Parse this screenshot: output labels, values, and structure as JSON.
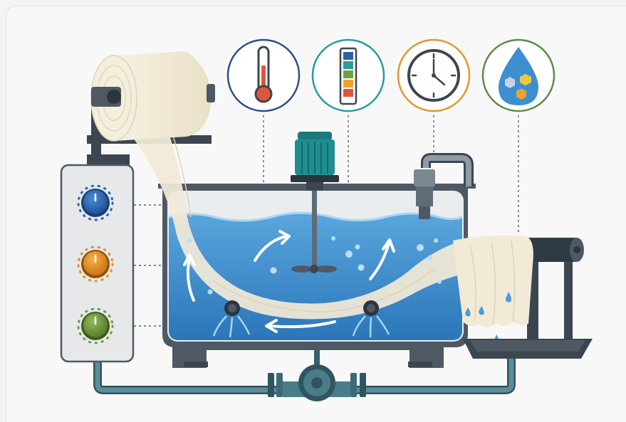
{
  "colors": {
    "background": "#f8f8f8",
    "water": "#3d8fd1",
    "water_dark": "#2a74b6",
    "tank_frame": "#4f5964",
    "fabric": "#f1ead6",
    "pipe": "#4a7c8a",
    "motor": "#1f8e90",
    "knob_blue": "#2866b4",
    "knob_orange": "#e88f20",
    "knob_green": "#6f9a3c",
    "ring_thermometer": "#2c4f8c",
    "ring_ph": "#2a9b9e",
    "ring_clock": "#e0972d",
    "ring_drop": "#5f8a4a"
  },
  "icons": [
    "fabric-roll-icon",
    "thermometer-icon",
    "ph-strip-icon",
    "clock-icon",
    "chemical-drop-icon",
    "motor-icon",
    "agitator-icon",
    "faucet-icon",
    "control-knob-icon",
    "pump-icon",
    "drip-tray-icon"
  ],
  "indicators": [
    {
      "name": "temperature",
      "icon": "thermometer-icon"
    },
    {
      "name": "ph-level",
      "icon": "ph-strip-icon"
    },
    {
      "name": "time",
      "icon": "clock-icon"
    },
    {
      "name": "chemicals",
      "icon": "chemical-drop-icon"
    }
  ],
  "control_panel": {
    "knobs": [
      "blue",
      "orange",
      "green"
    ]
  }
}
